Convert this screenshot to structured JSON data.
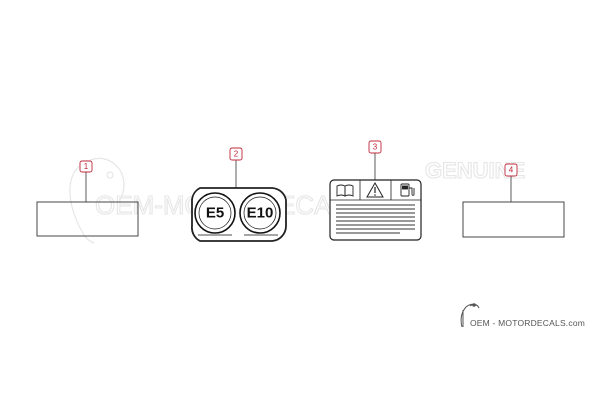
{
  "callouts": [
    {
      "number": "1"
    },
    {
      "number": "2"
    },
    {
      "number": "3"
    },
    {
      "number": "4"
    }
  ],
  "fuel_label": {
    "left": "E5",
    "right": "E10"
  },
  "warning_label": {
    "icons": [
      "book-icon",
      "warning-triangle-icon",
      "fuel-pump-icon"
    ]
  },
  "watermark": {
    "brand": "OEM-MOTORDECALS.com",
    "badge": "GENUINE"
  },
  "footer_logo": {
    "text": "OEM - MOTORDECALS.com"
  },
  "colors": {
    "callout_red": "#c0283a",
    "outline": "#333333",
    "watermark": "#e6e6e6"
  }
}
